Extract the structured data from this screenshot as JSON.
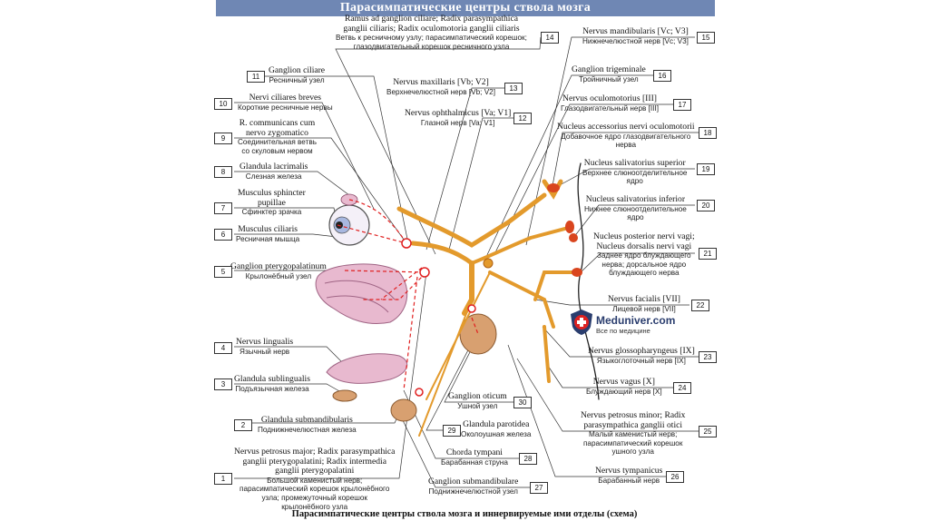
{
  "title": "Парасимпатические центры ствола мозга",
  "caption": "Парасимпатические центры ствола мозга и иннервируемые ими отделы (схема)",
  "logo": {
    "brand": "Meduniver.com",
    "tagline": "Все по медицине"
  },
  "colors": {
    "title_bg": "#6f87b4",
    "nerve": "#e39a2c",
    "nucleus": "#d9451e",
    "parasympathetic_dashed": "#e02020",
    "tissue_pink": "#e8b9cf",
    "ganglion": "#d8a070"
  },
  "labels": [
    {
      "num": "1",
      "la": [
        "Nervus petrosus major; Radix parasympathica",
        "ganglii pterygopalatini; Radix intermedia",
        "ganglii pterygopalatini"
      ],
      "ru": [
        "Большой каменистый нерв;",
        "парасимпатический корешок крылонёбного",
        "узла; промежуточный корешок",
        "крылонёбного узла"
      ]
    },
    {
      "num": "2",
      "la": [
        "Glandula submandibularis"
      ],
      "ru": [
        "Поднижнечелюстная железа"
      ]
    },
    {
      "num": "3",
      "la": [
        "Glandula sublingualis"
      ],
      "ru": [
        "Подъязычная железа"
      ]
    },
    {
      "num": "4",
      "la": [
        "Nervus lingualis"
      ],
      "ru": [
        "Язычный нерв"
      ]
    },
    {
      "num": "5",
      "la": [
        "Ganglion pterygopalatinum"
      ],
      "ru": [
        "Крылонёбный узел"
      ]
    },
    {
      "num": "6",
      "la": [
        "Musculus ciliaris"
      ],
      "ru": [
        "Ресничная мышца"
      ]
    },
    {
      "num": "7",
      "la": [
        "Musculus sphincter",
        "pupillae"
      ],
      "ru": [
        "Сфинктер зрачка"
      ]
    },
    {
      "num": "8",
      "la": [
        "Glandula lacrimalis"
      ],
      "ru": [
        "Слезная железа"
      ]
    },
    {
      "num": "9",
      "la": [
        "R. communicans cum",
        "nervo zygomatico"
      ],
      "ru": [
        "Соединительная ветвь",
        "со скуловым нервом"
      ]
    },
    {
      "num": "10",
      "la": [
        "Nervi ciliares breves"
      ],
      "ru": [
        "Короткие ресничные нервы"
      ]
    },
    {
      "num": "11",
      "la": [
        "Ganglion ciliare"
      ],
      "ru": [
        "Ресничный узел"
      ]
    },
    {
      "num": "12",
      "la": [
        "Nervus ophthalmicus [Va; V1]"
      ],
      "ru": [
        "Глазной нерв [Va; V1]"
      ]
    },
    {
      "num": "13",
      "la": [
        "Nervus maxillaris [Vb; V2]"
      ],
      "ru": [
        "Верхнечелюстной нерв [Vb; V2]"
      ]
    },
    {
      "num": "14",
      "la": [
        "Ramus ad ganglion ciliare; Radix parasympathica",
        "ganglii ciliaris; Radix oculomotoria ganglii ciliaris"
      ],
      "ru": [
        "Ветвь к ресничному узлу; парасимпатический корешок;",
        "глазодвигательный корешок ресничного узла"
      ]
    },
    {
      "num": "15",
      "la": [
        "Nervus mandibularis [Vc; V3]"
      ],
      "ru": [
        "Нижнечелюстной нерв [Vc; V3]"
      ]
    },
    {
      "num": "16",
      "la": [
        "Ganglion trigeminale"
      ],
      "ru": [
        "Тройничный узел"
      ]
    },
    {
      "num": "17",
      "la": [
        "Nervus oculomotorius [III]"
      ],
      "ru": [
        "Глазодвигательный нерв [III]"
      ]
    },
    {
      "num": "18",
      "la": [
        "Nucleus accessorius nervi oculomotorii"
      ],
      "ru": [
        "Добавочное ядро глазодвигательного",
        "нерва"
      ]
    },
    {
      "num": "19",
      "la": [
        "Nucleus salivatorius superior"
      ],
      "ru": [
        "Верхнее слюноотделительное",
        "ядро"
      ]
    },
    {
      "num": "20",
      "la": [
        "Nucleus salivatorius inferior"
      ],
      "ru": [
        "Нижнее слюноотделительное",
        "ядро"
      ]
    },
    {
      "num": "21",
      "la": [
        "Nucleus posterior nervi vagi;",
        "Nucleus dorsalis nervi vagi"
      ],
      "ru": [
        "Заднее ядро блуждающего",
        "нерва; дорсальное ядро",
        "блуждающего нерва"
      ]
    },
    {
      "num": "22",
      "la": [
        "Nervus facialis [VII]"
      ],
      "ru": [
        "Лицевой нерв [VII]"
      ]
    },
    {
      "num": "23",
      "la": [
        "Nervus glossopharyngeus [IX]"
      ],
      "ru": [
        "Языкоглоточный нерв [IX]"
      ]
    },
    {
      "num": "24",
      "la": [
        "Nervus vagus [X]"
      ],
      "ru": [
        "Блуждающий нерв [X]"
      ]
    },
    {
      "num": "25",
      "la": [
        "Nervus petrosus minor; Radix",
        "parasympathica ganglii otici"
      ],
      "ru": [
        "Малый каменистый нерв;",
        "парасимпатический корешок",
        "ушного узла"
      ]
    },
    {
      "num": "26",
      "la": [
        "Nervus tympanicus"
      ],
      "ru": [
        "Барабанный нерв"
      ]
    },
    {
      "num": "27",
      "la": [
        "Ganglion submandibulare"
      ],
      "ru": [
        "Поднижнечелюстной узел"
      ]
    },
    {
      "num": "28",
      "la": [
        "Chorda tympani"
      ],
      "ru": [
        "Барабанная струна"
      ]
    },
    {
      "num": "29",
      "la": [
        "Glandula parotidea"
      ],
      "ru": [
        "Околоушная железа"
      ]
    },
    {
      "num": "30",
      "la": [
        "Ganglion oticum"
      ],
      "ru": [
        "Ушной узел"
      ]
    }
  ]
}
